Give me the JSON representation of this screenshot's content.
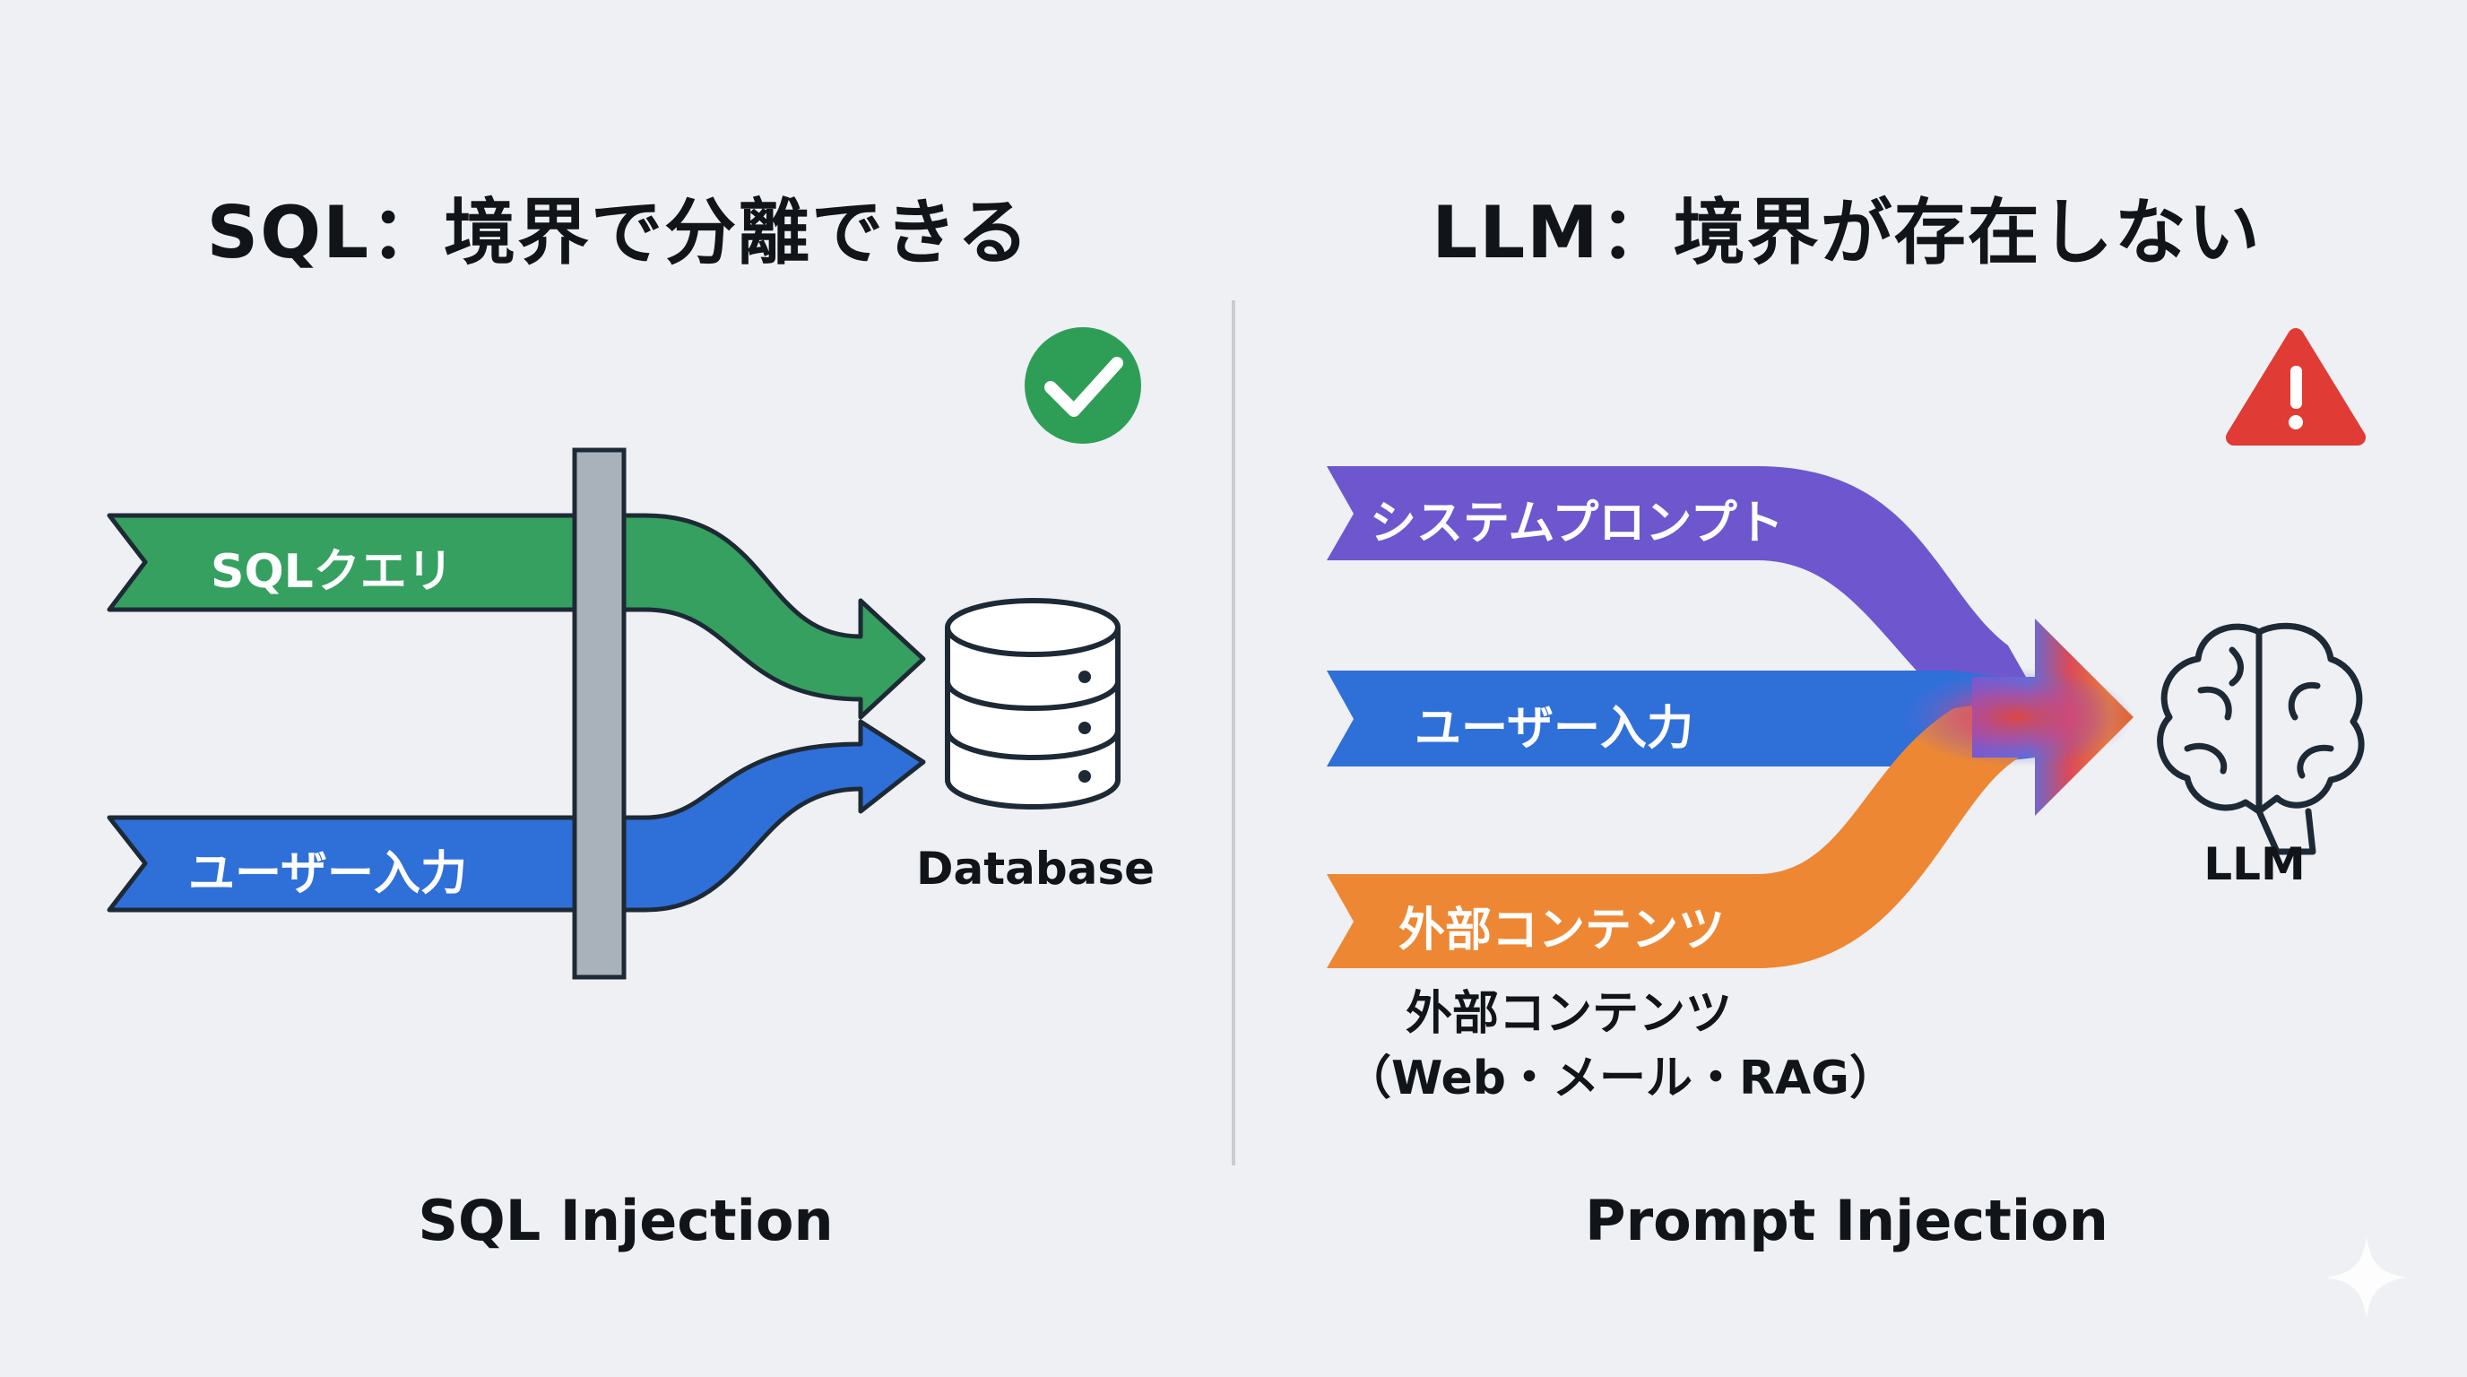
{
  "left_panel": {
    "title": "SQL：境界で分離できる",
    "query_label": "SQLクエリ",
    "user_input_label": "ユーザー入力",
    "database_label": "Database",
    "caption": "SQL Injection",
    "status_icon": "check-circle-icon",
    "colors": {
      "query": "#35a060",
      "user_input": "#2f6fd8",
      "barrier": "#a9b2bb",
      "check": "#2e9e57"
    }
  },
  "right_panel": {
    "title": "LLM：境界が存在しない",
    "system_prompt_label": "システムプロンプト",
    "user_input_label": "ユーザー入力",
    "external_content_label": "外部コンテンツ",
    "external_content_note_line1": "外部コンテンツ",
    "external_content_note_line2": "（Web・メール・RAG）",
    "llm_label": "LLM",
    "caption": "Prompt Injection",
    "status_icon": "warning-triangle-icon",
    "colors": {
      "system_prompt": "#6e56cf",
      "user_input": "#2f6fd8",
      "external_content": "#ee8733",
      "warning": "#e03b35"
    }
  }
}
